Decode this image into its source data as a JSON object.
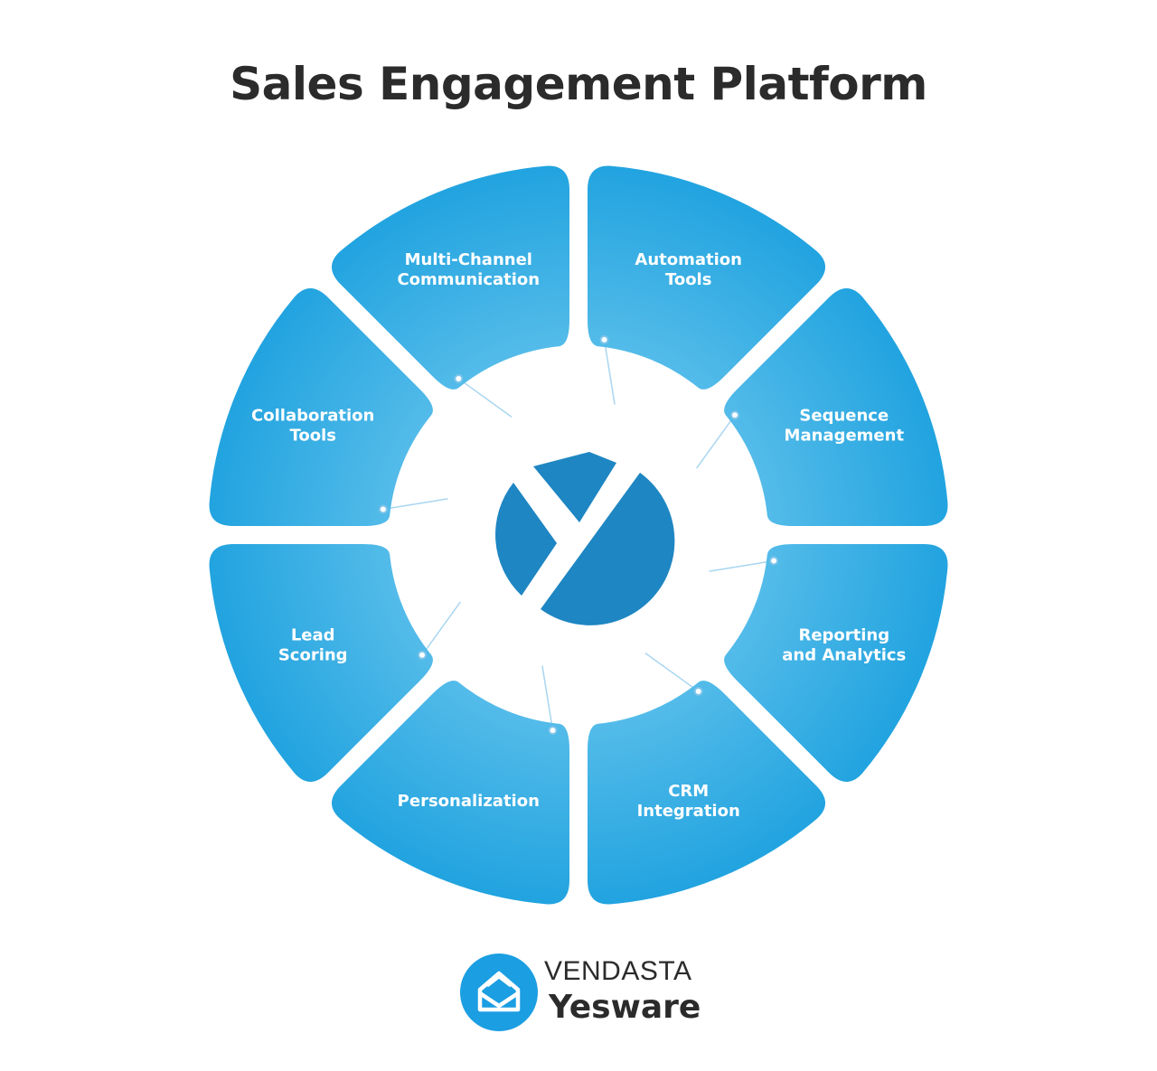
{
  "title": "Sales Engagement Platform",
  "segments": [
    {
      "lines": [
        "Multi-Channel",
        "Communication"
      ]
    },
    {
      "lines": [
        "Automation",
        "Tools"
      ]
    },
    {
      "lines": [
        "Sequence",
        "Management"
      ]
    },
    {
      "lines": [
        "Reporting",
        "and Analytics"
      ]
    },
    {
      "lines": [
        "CRM",
        "Integration"
      ]
    },
    {
      "lines": [
        "Personalization"
      ]
    },
    {
      "lines": [
        "Lead",
        "Scoring"
      ]
    },
    {
      "lines": [
        "Collaboration",
        "Tools"
      ]
    }
  ],
  "center_logo_icon": "yesware-y-logo-icon",
  "footer": {
    "logo_icon": "envelope-logo-icon",
    "brand_top": "VENDASTA",
    "brand_bottom": "Yesware"
  },
  "colors": {
    "segment_light": "#63c3ec",
    "segment_dark": "#1fa2df",
    "center_logo": "#1e86c2",
    "footer_logo": "#1b9ee2",
    "title_text": "#2b2b2b"
  }
}
